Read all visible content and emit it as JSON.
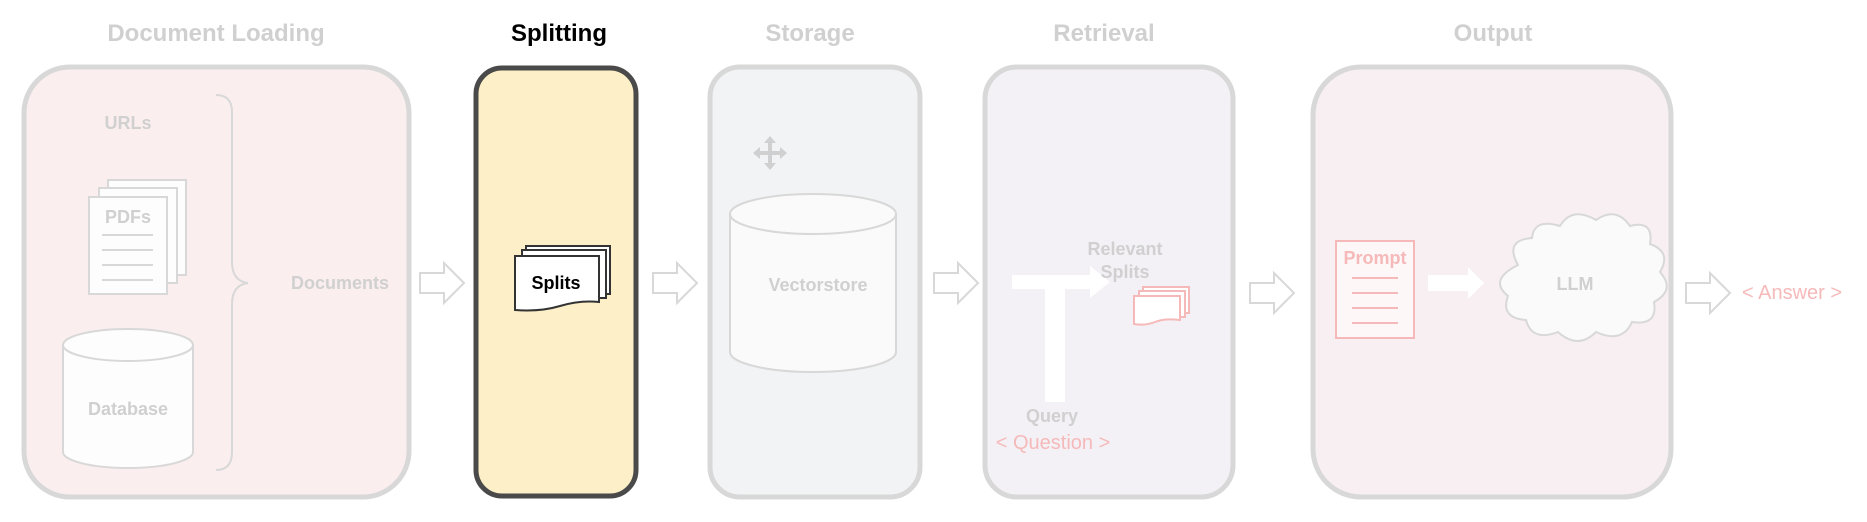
{
  "stages": {
    "document_loading": {
      "title": "Document Loading"
    },
    "splitting": {
      "title": "Splitting"
    },
    "storage": {
      "title": "Storage"
    },
    "retrieval": {
      "title": "Retrieval"
    },
    "output": {
      "title": "Output"
    }
  },
  "loading": {
    "urls": "URLs",
    "pdfs": "PDFs",
    "database": "Database",
    "documents": "Documents"
  },
  "splitting": {
    "splits": "Splits"
  },
  "storage": {
    "vectorstore": "Vectorstore",
    "move_icon": "move-icon"
  },
  "retrieval": {
    "relevant_line1": "Relevant",
    "relevant_line2": "Splits",
    "query": "Query",
    "question": "< Question >"
  },
  "output": {
    "prompt": "Prompt",
    "llm": "LLM",
    "answer": "< Answer >"
  },
  "colors": {
    "loading_bg": "#fbeeee",
    "splitting_bg": "#fdf0c8",
    "storage_bg": "#f1f3f4",
    "retrieval_bg": "#f3f1f6",
    "output_bg": "#f8eff2",
    "faded_border": "#d8d8d8",
    "active_border": "#4a4a4a",
    "faded_text": "#d0d0d0",
    "pink_accent": "#f6b9b9"
  }
}
